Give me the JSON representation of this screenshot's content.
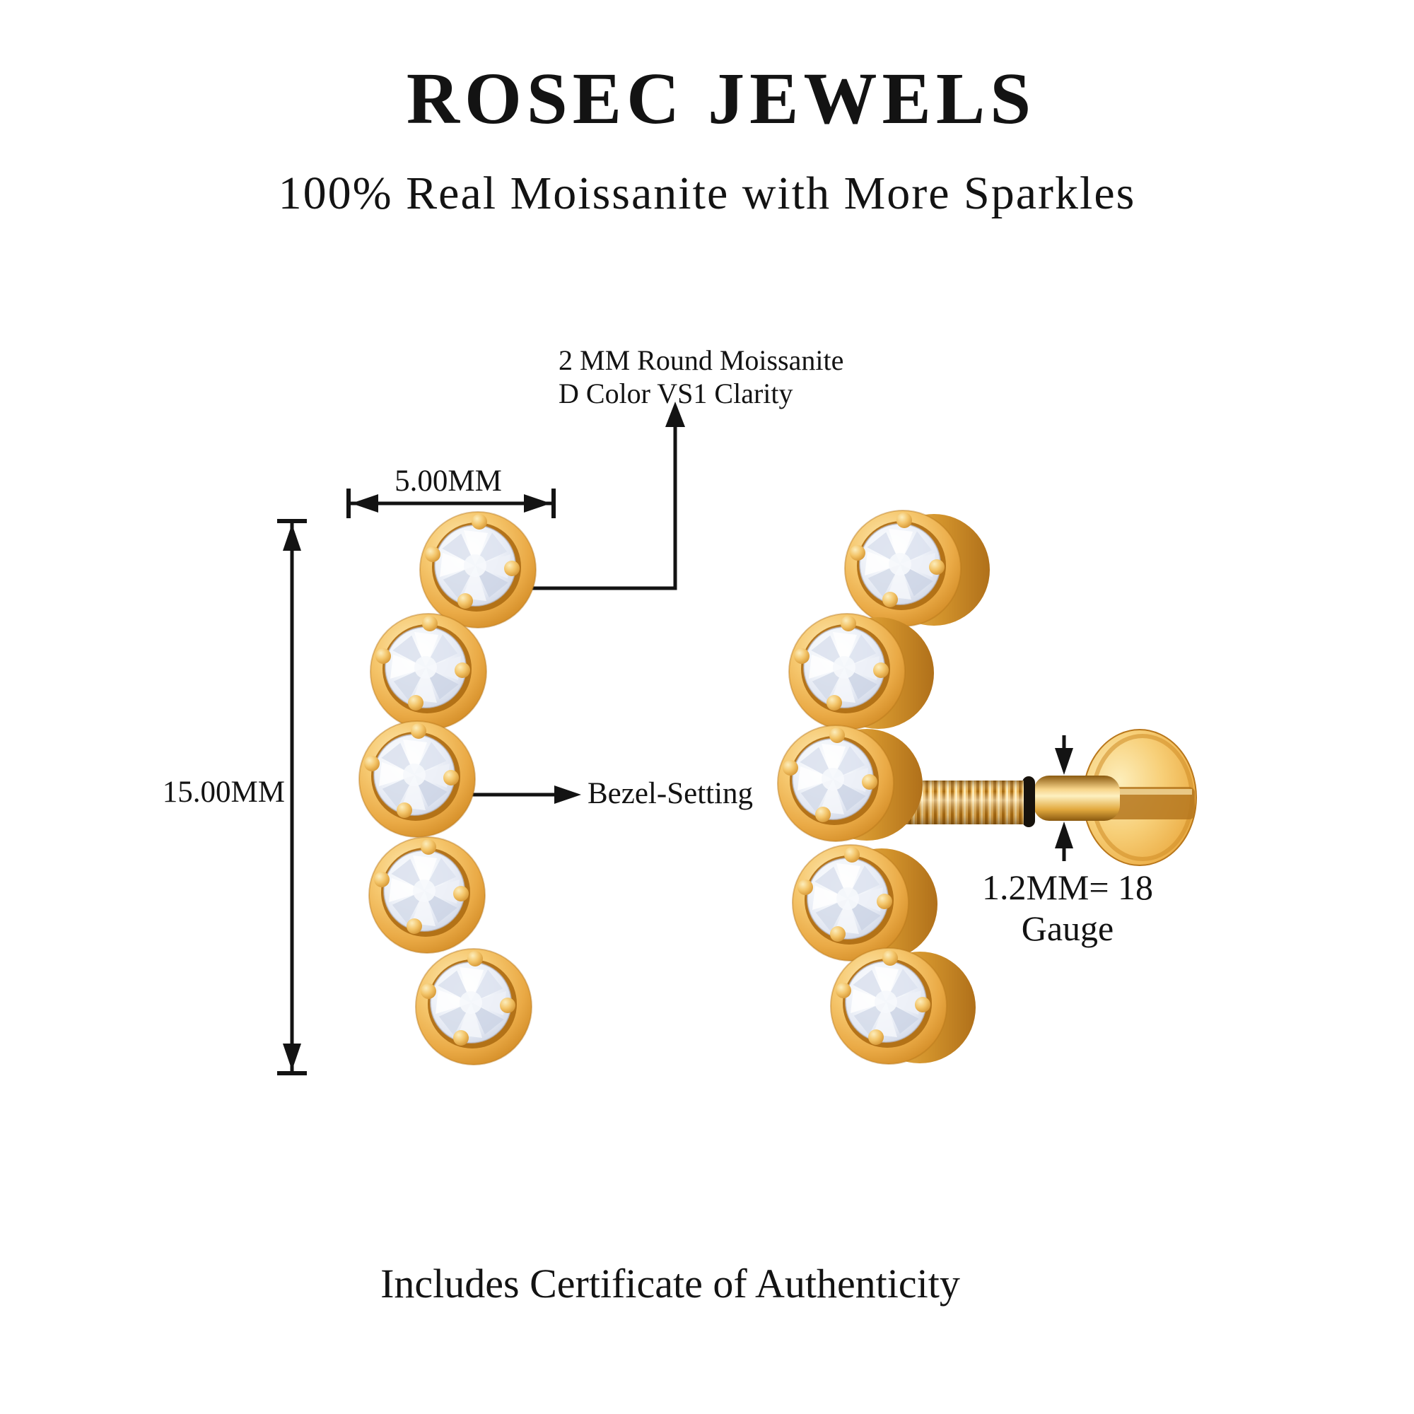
{
  "brand": {
    "title": "ROSEC JEWELS",
    "subtitle": "100% Real Moissanite with More Sparkles"
  },
  "annotations": {
    "stone_note_line1": "2 MM Round Moissanite",
    "stone_note_line2": "D Color VS1 Clarity",
    "width_label": "5.00MM",
    "height_label": "15.00MM",
    "setting_label": "Bezel-Setting",
    "post_label": "1.2MM= 18 Gauge"
  },
  "footer": {
    "note": "Includes Certificate of Authenticity"
  },
  "product": {
    "stones_per_earring": 5,
    "views": [
      "front-view",
      "side-view-with-threaded-flat-back-post"
    ],
    "colors": {
      "gold_highlight": "#FDEAB5",
      "gold": "#F6C86F",
      "gold_deep": "#D18A24",
      "gold_shadow": "#B5731A",
      "stone_white": "#FFFFFF",
      "stone_shade": "#C6CEDF",
      "line": "#131313",
      "background": "#FFFFFF"
    }
  }
}
